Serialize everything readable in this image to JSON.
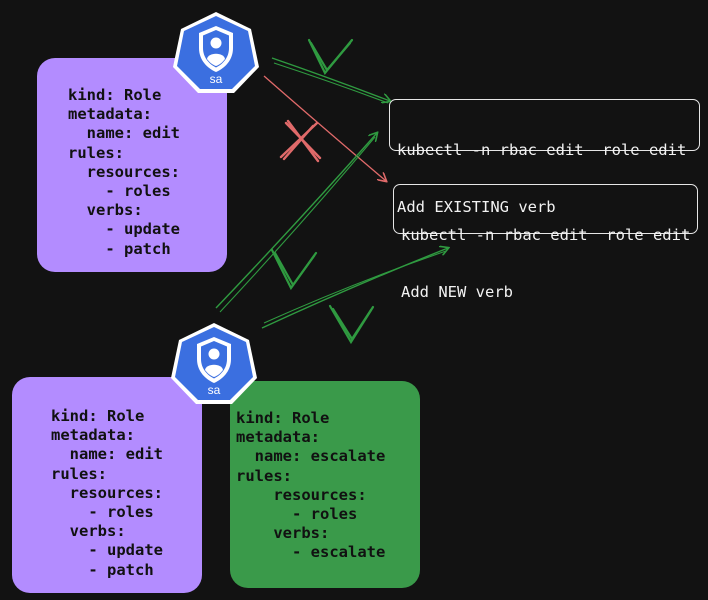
{
  "colors": {
    "background": "#121212",
    "role_edit_card": "#b38cff",
    "role_escalate_card": "#3a9a4a",
    "allowed_arrow": "#2f9a40",
    "denied_arrow": "#e06a6a",
    "sa_icon": "#3b6fe0"
  },
  "sa_icon": {
    "label": "sa"
  },
  "top_role": {
    "lines": [
      "kind: Role",
      "metadata:",
      "  name: edit",
      "rules:",
      "  resources:",
      "    - roles",
      "  verbs:",
      "    - update",
      "    - patch"
    ]
  },
  "bottom_role_edit": {
    "lines": [
      "kind: Role",
      "metadata:",
      "  name: edit",
      "rules:",
      "  resources:",
      "    - roles",
      "  verbs:",
      "    - update",
      "    - patch"
    ]
  },
  "bottom_role_escalate": {
    "lines": [
      "kind: Role",
      "metadata:",
      "  name: escalate",
      "rules:",
      "    resources:",
      "      - roles",
      "    verbs:",
      "      - escalate"
    ]
  },
  "commands": [
    {
      "line1": "kubectl -n rbac edit  role edit",
      "line2": "Add EXISTING verb"
    },
    {
      "line1": "kubectl -n rbac edit  role edit",
      "line2": "Add NEW verb"
    }
  ]
}
